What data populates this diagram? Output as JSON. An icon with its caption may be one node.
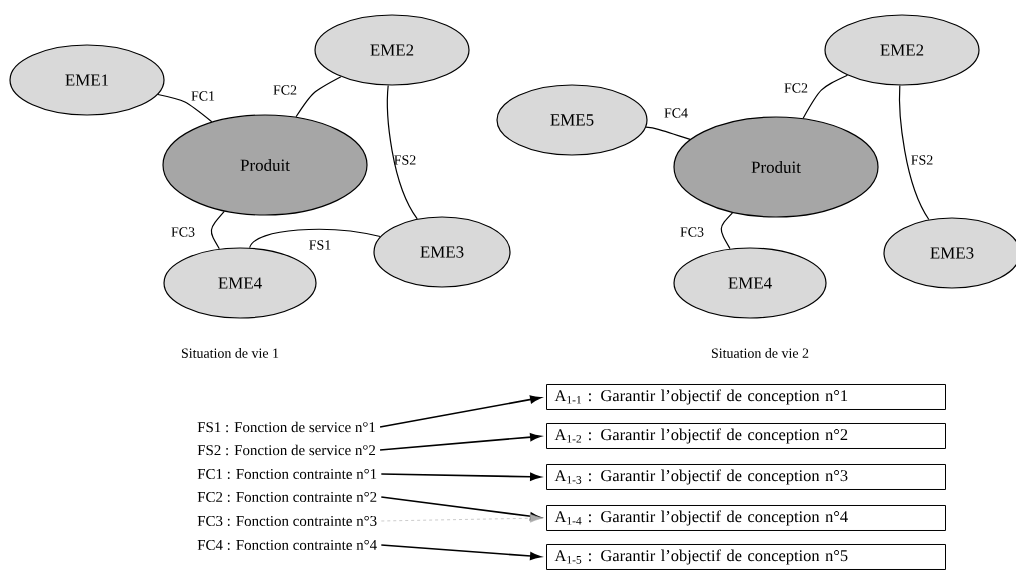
{
  "diagram": {
    "nodes": [
      {
        "text": [
          "EME1"
        ]
      },
      {
        "text": [
          "EME2"
        ]
      },
      {
        "text": [
          "Produit"
        ]
      },
      {
        "text": [
          "EME3"
        ]
      },
      {
        "text": [
          "EME4"
        ]
      },
      {
        "text": [
          "EME5"
        ]
      },
      {
        "text": [
          "EME2"
        ]
      },
      {
        "text": [
          "Produit"
        ]
      },
      {
        "text": [
          "EME3"
        ]
      },
      {
        "text": [
          "EME4"
        ]
      },
      {
        "text": [
          "FS1 : Fonction de service n°1"
        ]
      },
      {
        "text": [
          "FS2 : Fonction de service n°2"
        ]
      },
      {
        "text": [
          "FC1 : Fonction contrainte n°1"
        ]
      },
      {
        "text": [
          "FC2 : Fonction contrainte n°2"
        ]
      },
      {
        "text": [
          "FC3 : Fonction contrainte n°3"
        ]
      },
      {
        "text": [
          "FC4 : Fonction contrainte n°4"
        ]
      },
      {
        "text": [
          "A$_{1-1}$ : Garantir l’objectif de conception n°1"
        ]
      },
      {
        "text": [
          "A$_{1-2}$ : Garantir l’objectif de conception n°2"
        ]
      },
      {
        "text": [
          "A$_{1-3}$ : Garantir l’objectif de conception n°3"
        ]
      },
      {
        "text": [
          "A$_{1-4}$ : Garantir l’objectif de conception n°4"
        ]
      },
      {
        "text": [
          "A$_{1-5}$ : Garantir l’objectif de conception n°5"
        ]
      }
    ],
    "edges": [
      {
        "from": 0,
        "to": 2,
        "arrow": "none",
        "label": "FC1"
      },
      {
        "from": 1,
        "to": 2,
        "arrow": "none",
        "label": "FC2"
      },
      {
        "from": 1,
        "to": 3,
        "arrow": "none",
        "label": "FS2"
      },
      {
        "from": 4,
        "to": 2,
        "arrow": "none",
        "label": "FC3"
      },
      {
        "from": 4,
        "to": 3,
        "arrow": "none",
        "label": "FS1"
      },
      {
        "from": 5,
        "to": 7,
        "arrow": "none",
        "label": "FC4"
      },
      {
        "from": 6,
        "to": 7,
        "arrow": "none",
        "label": "FC2"
      },
      {
        "from": 6,
        "to": 8,
        "arrow": "none",
        "label": "FS2"
      },
      {
        "from": 9,
        "to": 7,
        "arrow": "none",
        "label": "FC3"
      },
      {
        "from": 10,
        "to": 16,
        "arrow": "to"
      },
      {
        "from": 11,
        "to": 17,
        "arrow": "to"
      },
      {
        "from": 12,
        "to": 18,
        "arrow": "to"
      },
      {
        "from": 13,
        "to": 19,
        "arrow": "to"
      },
      {
        "from": 14,
        "to": 19,
        "arrow": "to",
        "style": "dashed",
        "color": "#aaaaaa"
      },
      {
        "from": 15,
        "to": 20,
        "arrow": "to"
      }
    ],
    "labels": [
      "Situation de vie 1",
      "Situation de vie 2"
    ]
  }
}
